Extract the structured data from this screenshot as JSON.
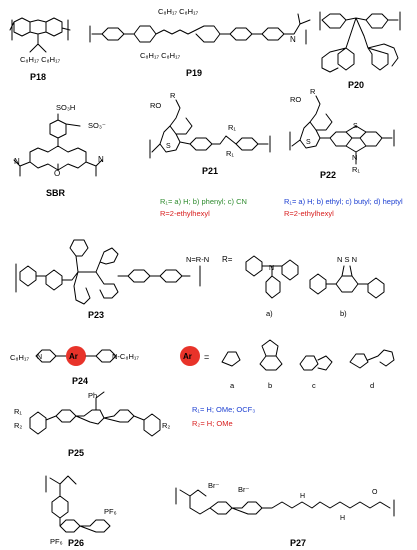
{
  "compounds": {
    "p18": {
      "label": "P18",
      "sub": "C₈H₁₇ C₈H₁₇"
    },
    "p19": {
      "label": "P19",
      "sub_top": "C₈H₁₇ C₈H₁₇",
      "sub_bot": "C₈H₁₇ C₈H₁₇"
    },
    "p20": {
      "label": "P20"
    },
    "sbr": {
      "label": "SBR",
      "so3h": "SO₃H",
      "so3": "SO₃⁻"
    },
    "p21": {
      "label": "P21",
      "r1_note": "R₁= a) H; b) phenyl; c) CN",
      "r_note": "R=2-ethylhexyl",
      "ro": "RO",
      "r": "R"
    },
    "p22": {
      "label": "P22",
      "r1_note": "R₁= a) H; b) ethyl; c) butyl; d) heptyl",
      "r_note": "R=2-ethylhexyl",
      "ro": "RO",
      "r": "R",
      "n_r1": "N R₁"
    },
    "p23": {
      "label": "P23",
      "r_eq": "R=",
      "chain": "N=R-N",
      "opt_a": "a)",
      "opt_b": "b)",
      "btd": "N S N"
    },
    "p24": {
      "label": "P24",
      "ar": "Ar",
      "ar_eq": "Ar =",
      "left": "C₈H₁₇",
      "right": "N‑C₈H₁₇",
      "opts": [
        "a",
        "b",
        "c",
        "d"
      ]
    },
    "p25": {
      "label": "P25",
      "r1_note": "R₁= H; OMe; OCF₃",
      "r2_note": "R₂= H; OMe",
      "ph": "Ph"
    },
    "p26": {
      "label": "P26",
      "pf6": "PF₆"
    },
    "p27": {
      "label": "P27",
      "br": "Br⁻"
    }
  },
  "colors": {
    "r1_green": "#2e8b2e",
    "r1_blue": "#1c3fd1",
    "r_red": "#d81e1e",
    "ar_red": "#e8332a"
  }
}
